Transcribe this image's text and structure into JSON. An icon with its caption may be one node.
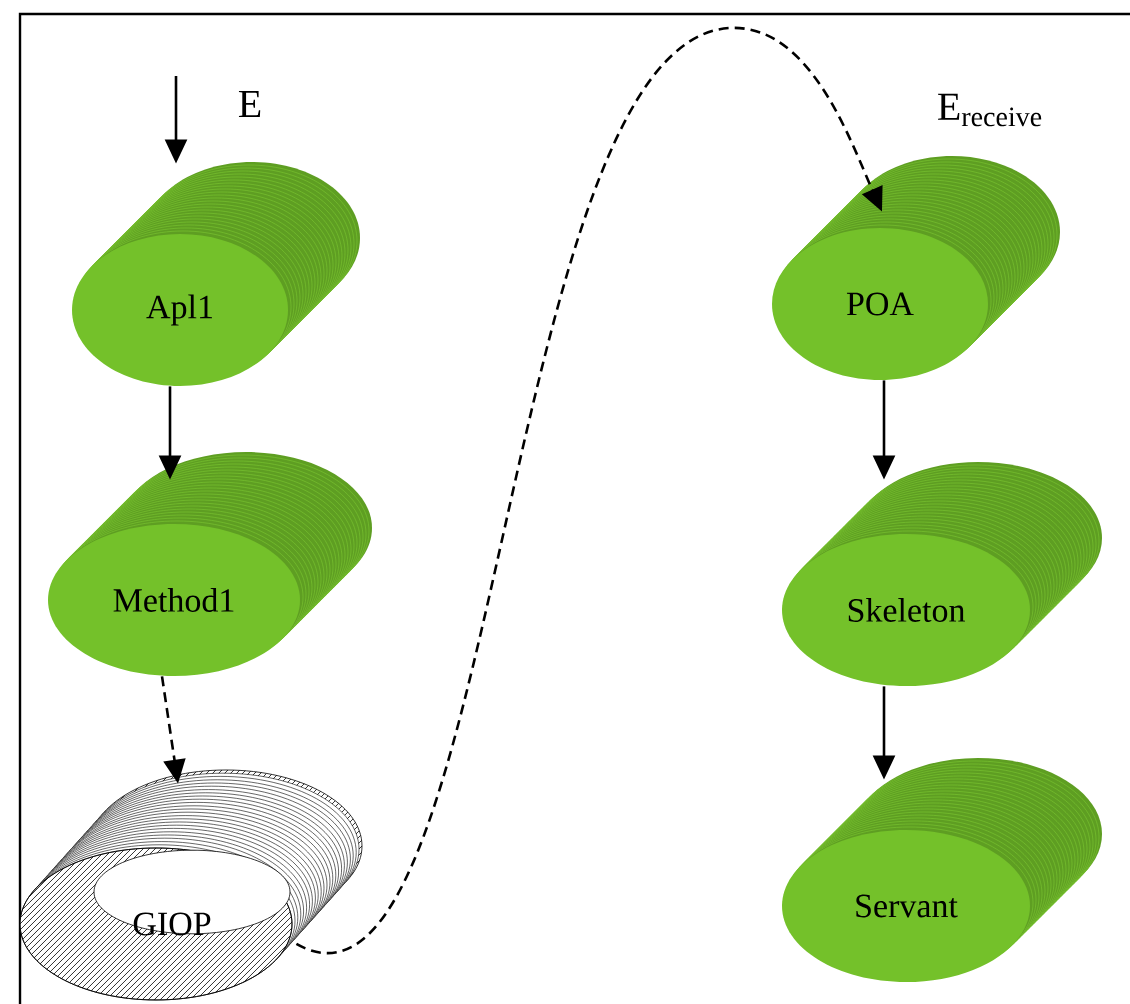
{
  "diagram": {
    "nodes": [
      {
        "text": [
          "Apl1"
        ]
      },
      {
        "text": [
          "Method1"
        ]
      },
      {
        "text": [
          "GIOP"
        ]
      },
      {
        "text": [
          "POA"
        ]
      },
      {
        "text": [
          "Skeleton"
        ]
      },
      {
        "text": [
          "Servant"
        ]
      }
    ],
    "edges": [
      {
        "from": null,
        "to": 0,
        "arrow": "to",
        "label": "E"
      },
      {
        "from": 0,
        "to": 1,
        "arrow": "to"
      },
      {
        "from": 1,
        "to": 2,
        "arrow": "to",
        "style": "dashed"
      },
      {
        "from": 2,
        "to": 3,
        "arrow": "to",
        "style": "dashed",
        "label": "E$_{receive}$"
      },
      {
        "from": 3,
        "to": 4,
        "arrow": "to"
      },
      {
        "from": 4,
        "to": 5,
        "arrow": "to"
      }
    ]
  }
}
